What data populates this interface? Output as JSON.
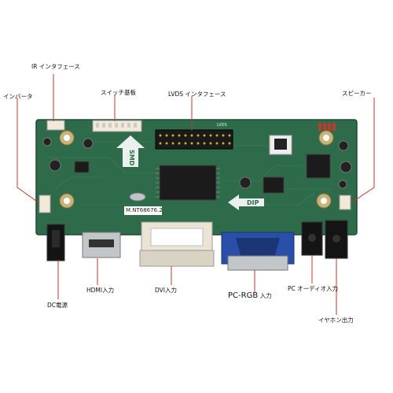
{
  "labels": {
    "ir": "IR インタフェース",
    "inverter": "インバータ",
    "switch_board": "スイッチ基板",
    "lvds": "LVDS インタフェース",
    "speaker": "スピーカー",
    "hdmi": "HDMI入力",
    "dvi": "DVI入力",
    "pcrgb": "PC-RGB",
    "pcrgb_suffix": "入力",
    "pc_audio": "PC オーディオ入力",
    "dc": "DC電源",
    "earphone": "イヤホン出力"
  },
  "board": {
    "smd": "SMD",
    "dip": "DIP",
    "model": "M.NT68676.2",
    "lvds_small": "LVDS"
  },
  "colors": {
    "pcb": "#2e6b4a",
    "pcb_dark": "#1f4f36",
    "leader": "#c0392b",
    "vga_blue": "#2a4fa8"
  }
}
